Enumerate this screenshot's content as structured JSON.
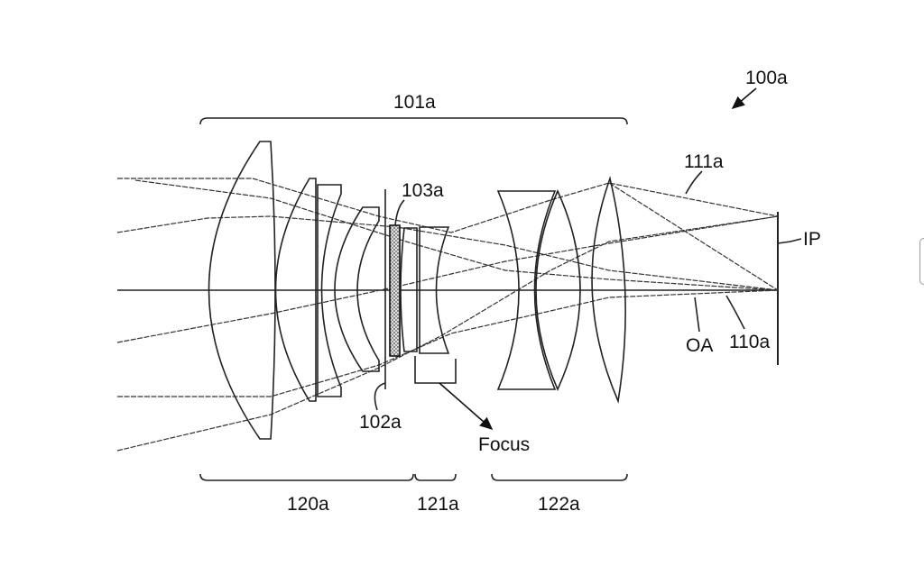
{
  "labels": {
    "system": "100a",
    "lens_unit": "101a",
    "stop": "102a",
    "filter": "103a",
    "ray_upper": "111a",
    "ray_axial": "110a",
    "image_plane": "IP",
    "optical_axis": "OA",
    "focus": "Focus",
    "group_1": "120a",
    "group_2": "121a",
    "group_3": "122a"
  }
}
